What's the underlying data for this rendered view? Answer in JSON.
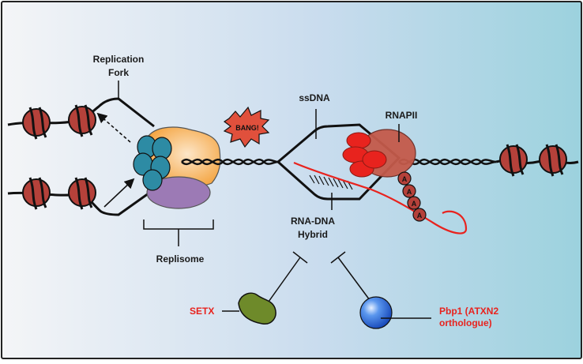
{
  "labels": {
    "replication_fork_line1": "Replication",
    "replication_fork_line2": "Fork",
    "ssdna": "ssDNA",
    "rnapii": "RNAPII",
    "bang": "BANG!",
    "rna_dna_hybrid_line1": "RNA-DNA",
    "rna_dna_hybrid_line2": "Hybrid",
    "replisome": "Replisome",
    "setx": "SETX",
    "pbp1_line1": "Pbp1 (ATXN2",
    "pbp1_line2": "orthologue)",
    "polya": [
      "A",
      "A",
      "A",
      "A"
    ]
  },
  "colors": {
    "background_left": "#f4f5f7",
    "background_mid": "#c9dcee",
    "background_right": "#9cd2de",
    "nucleosome": "#b5413a",
    "replisome_helicase": "#2d8ba4",
    "replisome_orange": "#f4a440",
    "replisome_purple": "#9c7ab5",
    "rnapii_body": "#c45a4a",
    "rnapii_red": "#e8231e",
    "rna_strand": "#e8231e",
    "setx": "#6e8a2a",
    "pbp1": "#2a6fd6",
    "bang_burst": "#e0503c",
    "red_text": "#e8231e"
  }
}
